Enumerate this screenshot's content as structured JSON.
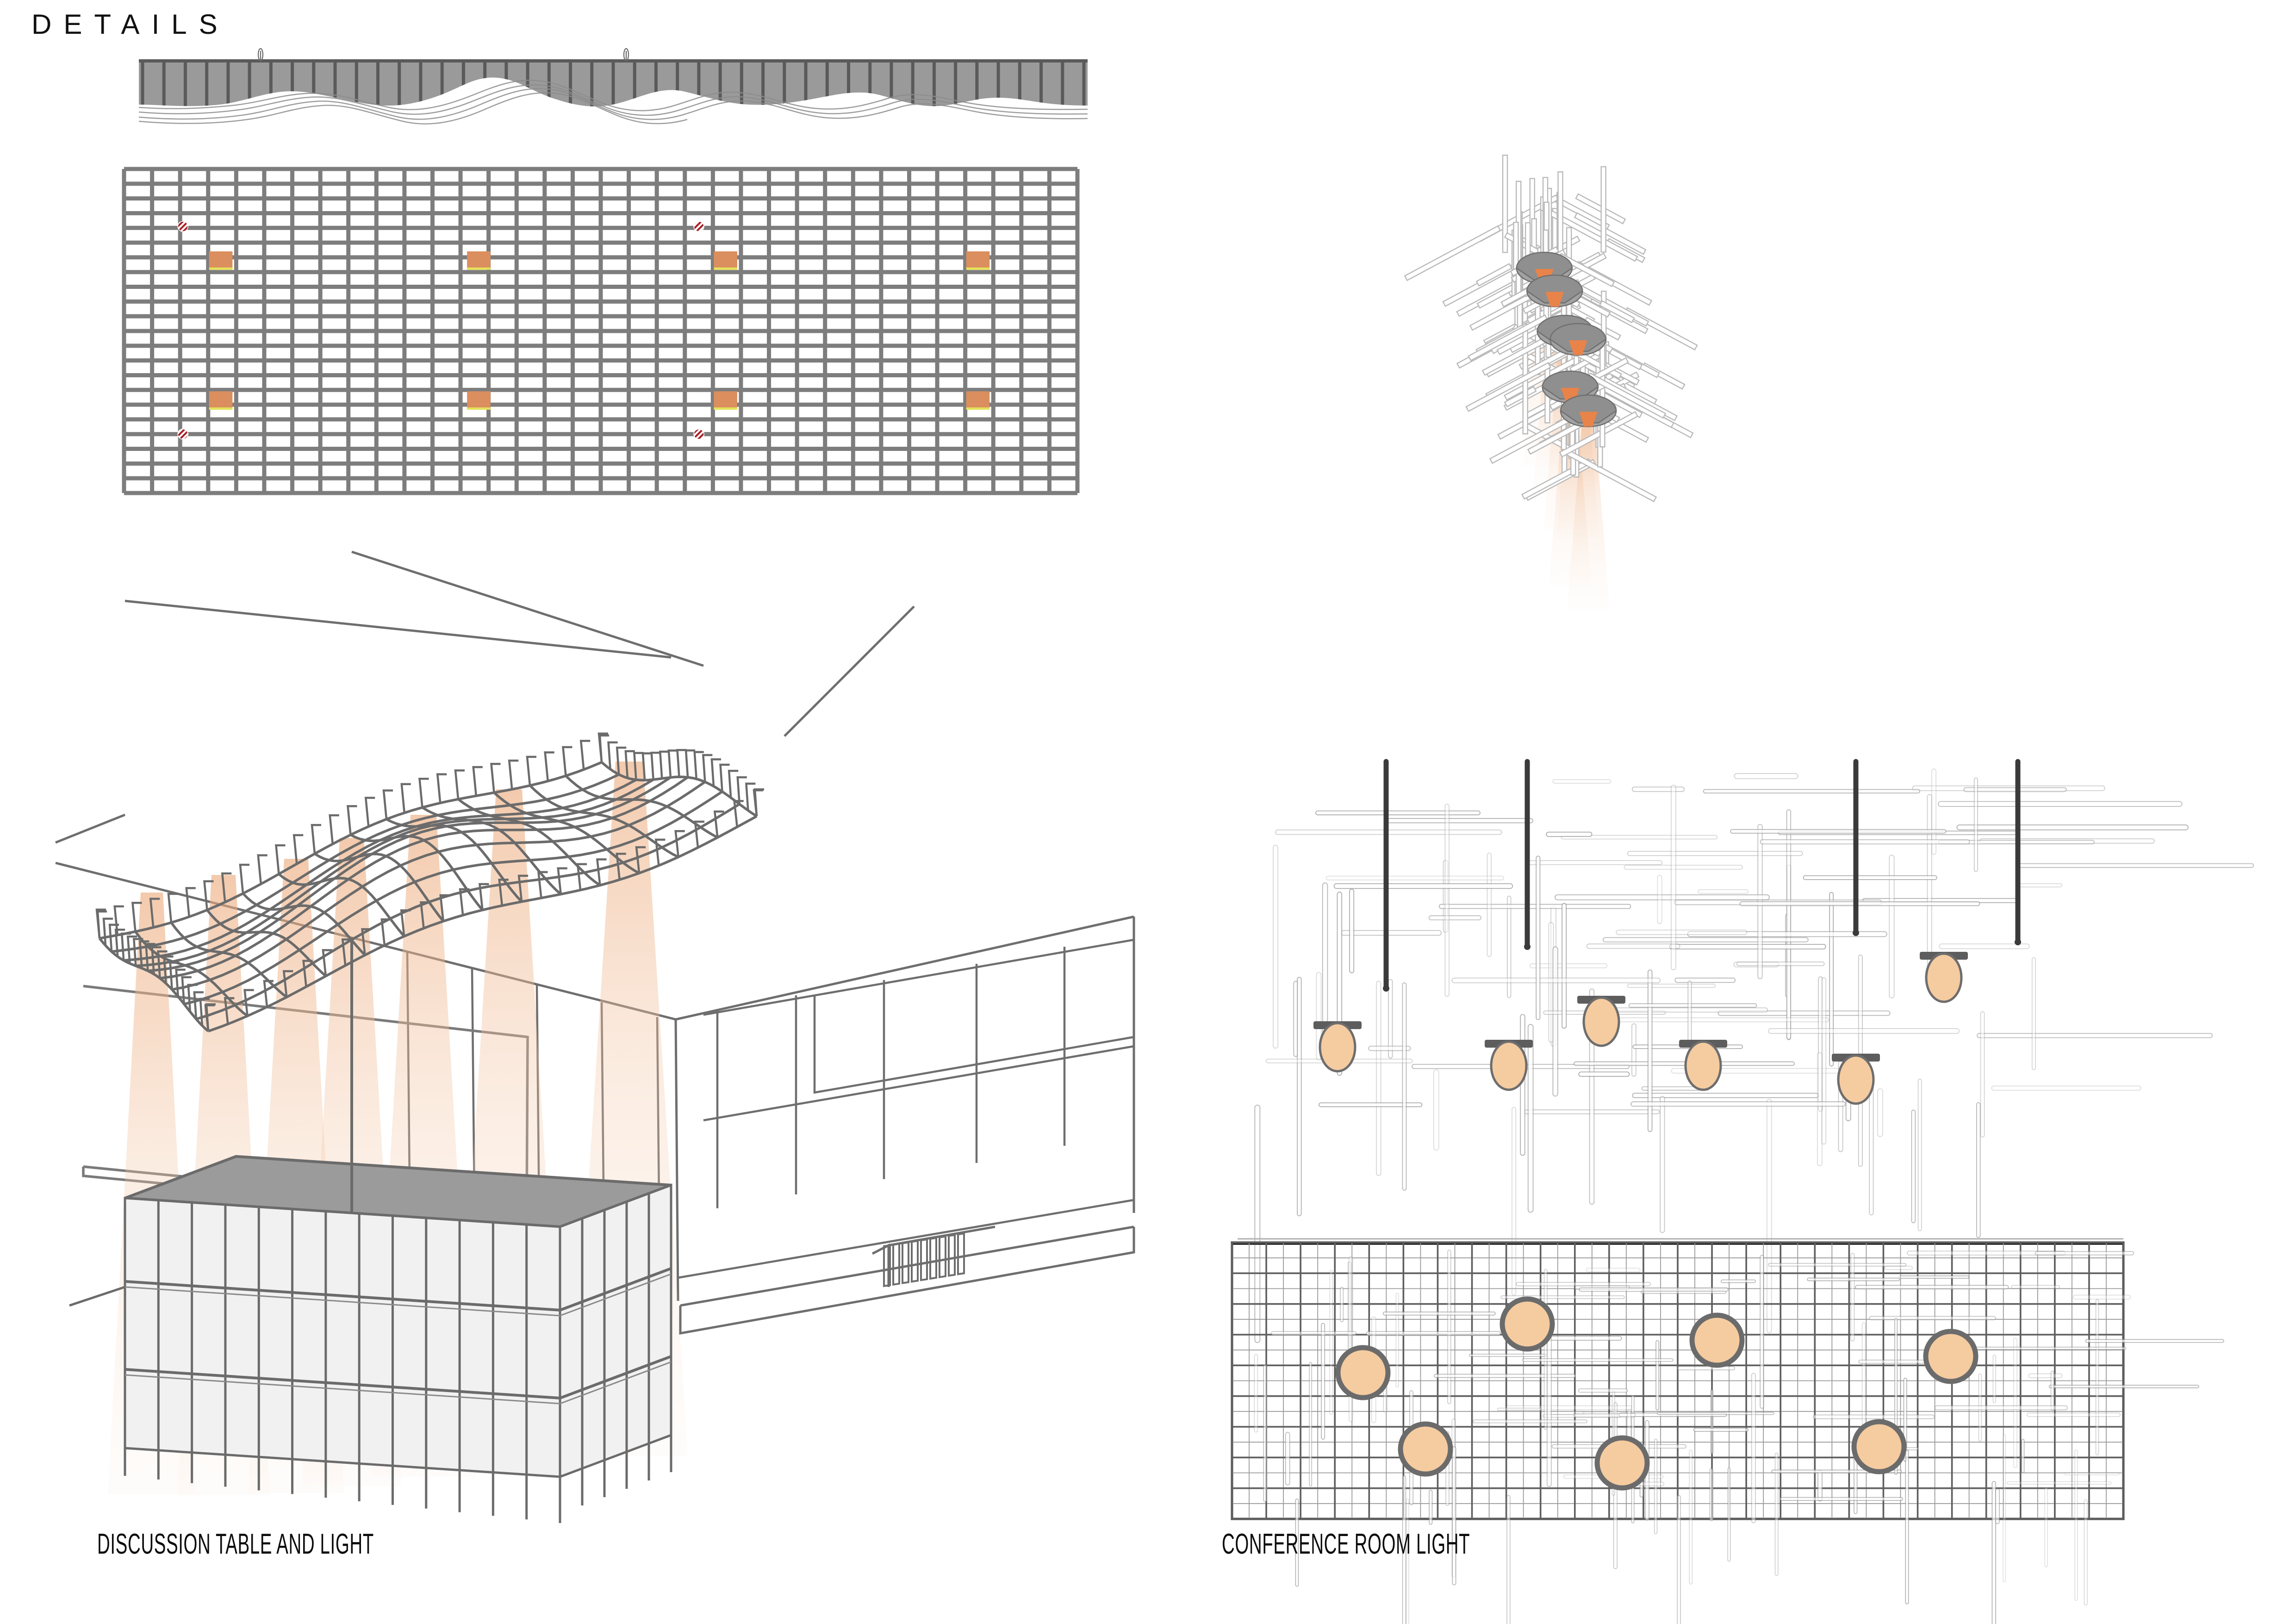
{
  "board": {
    "title": "DETAILS",
    "background": "#ffffff"
  },
  "palette": {
    "line_dark": "#5c5c5c",
    "line_mid": "#8a8a8a",
    "line_light": "#c9c9c9",
    "grid_gray": "#7d7d7d",
    "fixture_orange": "#db8e5e",
    "fixture_peach": "#f5cba0",
    "bulb_orange": "#e8834a",
    "light_cone": "#f2c4a0",
    "marker_red": "#a81f24",
    "fin_fill": "#8e8e8e",
    "panel_fill": "#efefef"
  },
  "panels": [
    {
      "id": "ceiling-elevation",
      "name": "Undulating ceiling elevation",
      "fin_count": 44,
      "hanger_rods": 2,
      "fill": "#8e8e8e"
    },
    {
      "id": "reflected-ceiling-plan",
      "name": "Reflected ceiling plan grid",
      "grid_columns": 34,
      "grid_rows": 22,
      "fixtures_rows": 2,
      "fixtures_per_row": 4,
      "fixture_total": 8,
      "hanger_markers": 4
    },
    {
      "id": "discussion-perspective",
      "name": "Discussion room interior perspective",
      "light_cones": 7
    },
    {
      "id": "conference-axonometric",
      "name": "Conference light axonometric",
      "lamp_count": 6
    },
    {
      "id": "conference-elevation",
      "name": "Conference light elevation",
      "bulb_count": 6,
      "suspension_rods": 4
    },
    {
      "id": "conference-plan",
      "name": "Conference light reflected ceiling plan",
      "fixture_count": 7,
      "grid_columns": 26,
      "grid_rows": 9
    }
  ],
  "captions": {
    "discussion": "DISCUSSION TABLE AND LIGHT",
    "conference": "CONFERENCE ROOM LIGHT"
  },
  "chart_data": {
    "type": "table",
    "title": "DETAILS",
    "rows": [
      {
        "drawing": "Ceiling elevation",
        "fixtures": 2,
        "fins": 44
      },
      {
        "drawing": "Reflected ceiling plan",
        "fixtures": 8,
        "markers": 4
      },
      {
        "drawing": "Discussion perspective",
        "light_cones": 7
      },
      {
        "drawing": "Conference axonometric",
        "lamps": 6
      },
      {
        "drawing": "Conference elevation",
        "bulbs": 6,
        "rods": 4
      },
      {
        "drawing": "Conference plan",
        "fixtures": 7
      }
    ]
  }
}
